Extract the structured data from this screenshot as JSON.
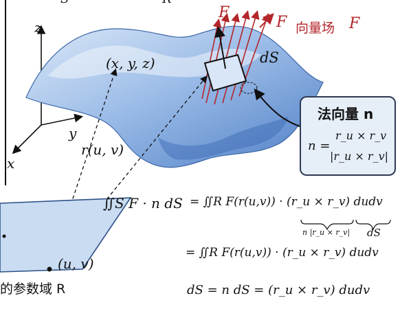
{
  "top_clipped": {
    "left_char": "S",
    "right_char": "R"
  },
  "axes": {
    "z": "z",
    "y": "y",
    "x": "x"
  },
  "point_label": "(x, y, z)",
  "dS_label": "dS",
  "vector_field": {
    "F": "F",
    "legend_F": "F",
    "legend_text": "向量场",
    "legend_F2": "F"
  },
  "param_map_label": "r(u, v)",
  "param_point": "(u, v)",
  "domain_label": "的参数域 R",
  "normal_box": {
    "title": "法向量 n",
    "formula_lhs": "n =",
    "numerator": "r_u × r_v",
    "denominator": "|r_u × r_v|"
  },
  "equations": {
    "line1_lhs": "∬S F · n dS",
    "line1_rhs": "= ∬R F(r(u,v)) · (r_u × r_v) dudv",
    "under_brace_1": "n |r_u × r_v|",
    "under_brace_2": "dS",
    "line2": "= ∬R F(r(u,v)) · (r_u × r_v) dudv",
    "line3": "dS = n dS = (r_u × r_v) dudv"
  },
  "colors": {
    "surface_light": "#cfe0f4",
    "surface_mid": "#8fb4e3",
    "surface_dark": "#4a7cc4",
    "field_red": "#b3262a",
    "callout_bg": "#e6eef8",
    "callout_border": "#2d3a55",
    "domain_fill": "#c9dcf2"
  }
}
